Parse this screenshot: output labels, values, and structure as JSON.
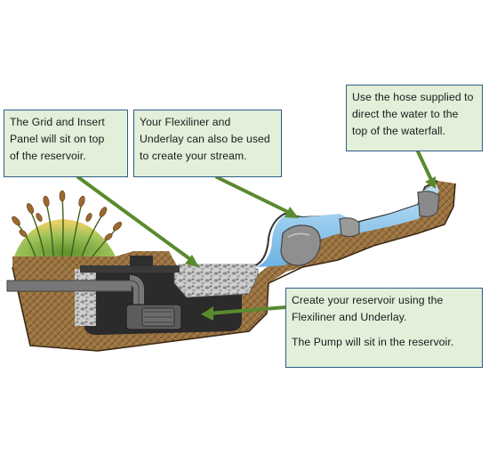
{
  "callouts": {
    "grid": {
      "lines": [
        "The Grid and Insert",
        "Panel will sit on top",
        "of the reservoir."
      ]
    },
    "flexiliner": {
      "lines": [
        "Your Flexiliner and",
        "Underlay can also be used",
        "to create your stream."
      ]
    },
    "hose": {
      "lines": [
        "Use the hose supplied to",
        "direct the water to the",
        "top of the waterfall."
      ]
    },
    "reservoir": {
      "lines": [
        "Create your reservoir using the",
        "Flexiliner and Underlay."
      ],
      "pump_line": "The Pump will sit in the reservoir."
    }
  },
  "colors": {
    "callout_fill": "#e2efd9",
    "callout_border": "#2f5d8a",
    "arrow": "#5a8a2e",
    "soil": "#9b7442",
    "water": "#8ec5ea",
    "reservoir": "#2b2b2b",
    "gravel": "#b9b9b9"
  },
  "icons": [
    "plant-cluster-icon",
    "pump-icon",
    "hose-pipe-icon",
    "rock-icon"
  ]
}
